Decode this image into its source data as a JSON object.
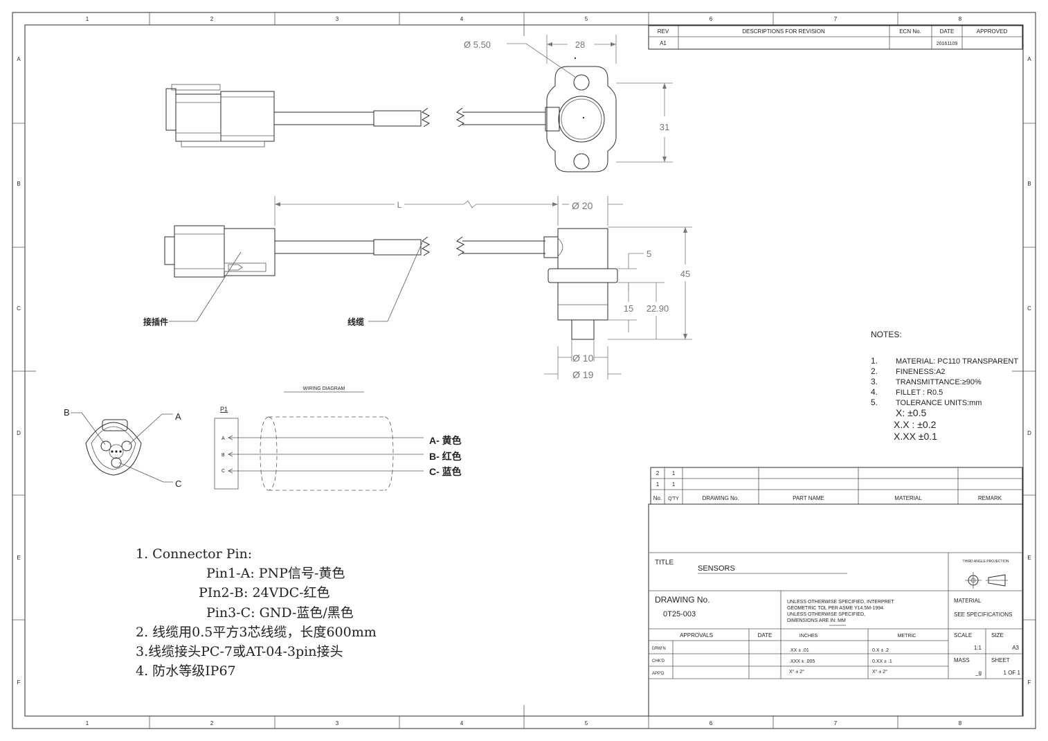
{
  "border": {
    "cols": [
      "1",
      "2",
      "3",
      "4",
      "5",
      "6",
      "7",
      "8"
    ],
    "rows": [
      "A",
      "B",
      "C",
      "D",
      "E",
      "F"
    ]
  },
  "revision": {
    "headers": [
      "REV",
      "DESCRIPTIONS FOR REVISION",
      "ECN No.",
      "DATE",
      "APPROVED"
    ],
    "row": [
      "A1",
      "",
      "",
      "20161109",
      ""
    ]
  },
  "dimensions": {
    "hole_dia": "Ø 5.50",
    "width": "28",
    "height": "31",
    "length": "L",
    "body_dia": "Ø 20",
    "flange_gap": "5",
    "total_h": "45",
    "lower_h": "15",
    "lower2_h": "22.90",
    "tip_dia": "Ø 10",
    "base_dia": "Ø 19"
  },
  "labels": {
    "connector": "接插件",
    "cable": "线缆"
  },
  "notes": {
    "title": "NOTES:",
    "items": [
      {
        "n": "1.",
        "text": "MATERIAL: PC110  TRANSPARENT"
      },
      {
        "n": "2.",
        "text": "FINENESS:A2"
      },
      {
        "n": "3.",
        "text": "TRANSMITTANCE:≥90%"
      },
      {
        "n": "4.",
        "text": "FILLET : R0.5"
      },
      {
        "n": "5.",
        "text": "TOLERANCE UNITS:mm"
      }
    ],
    "tolerances": [
      "X: ±0.5",
      "X.X : ±0.2",
      "X.XX ±0.1"
    ]
  },
  "wiring": {
    "title": "WIRING  DIAGRAM",
    "plug": "P1",
    "pins": [
      "A",
      "B",
      "C"
    ],
    "outputs": [
      "A-  黄色",
      "B-  红色",
      "C-  蓝色"
    ],
    "pin_labels": [
      "B",
      "A",
      "C"
    ]
  },
  "pin_notes": [
    "1. Connector Pin:",
    "Pin1-A: PNP信号-黄色",
    "PIn2-B: 24VDC-红色",
    "Pin3-C: GND-蓝色/黑色",
    "2. 线缆用0.5平方3芯线缆，长度600mm",
    "3.线缆接头PC-7或AT-04-3pin接头",
    "4. 防水等级IP67"
  ],
  "bom": {
    "rows": [
      [
        "2",
        "1"
      ],
      [
        "1",
        "1"
      ]
    ],
    "headers": [
      "No.",
      "Q'TY",
      "DRAWING No.",
      "PART NAME",
      "MATERIAL",
      "REMARK"
    ]
  },
  "title_block": {
    "title_label": "TITLE",
    "title": "SENSORS",
    "projection": "THIRD ANGLE PROJECTION",
    "drawing_label": "DRAWING No.",
    "drawing_no": "0T25-003",
    "spec": [
      "UNLESS OTHERWISE SPECIFIED, INTERPRET",
      "GEOMETRIC TOL PER ASME Y14.5M-1994.",
      "UNLESS OTHERWISE SPECIFIED,",
      "DIMENSIONS ARE IN:  MM"
    ],
    "material_label": "MATERIAL",
    "material": "SEE SPECIFICATIONS",
    "approvals": "APPROVALS",
    "date": "DATE",
    "inches": "INCHES",
    "metric": "METRIC",
    "scale_label": "SCALE",
    "scale": "1:1",
    "size_label": "SIZE",
    "size": "A3",
    "mass_label": "MASS",
    "mass": "_g",
    "sheet_label": "SHEET",
    "sheet": "1 OF 1",
    "rows": [
      "DRW'N",
      "CHK'D",
      "APP'D"
    ],
    "inch_tol": [
      ".XX   ±  .01",
      ".XXX  ±  .005",
      "X°    ±  2°"
    ],
    "metric_tol": [
      "0.X   ±  .2",
      "0.XX  ±  .1",
      "X°    ±  2°"
    ]
  }
}
